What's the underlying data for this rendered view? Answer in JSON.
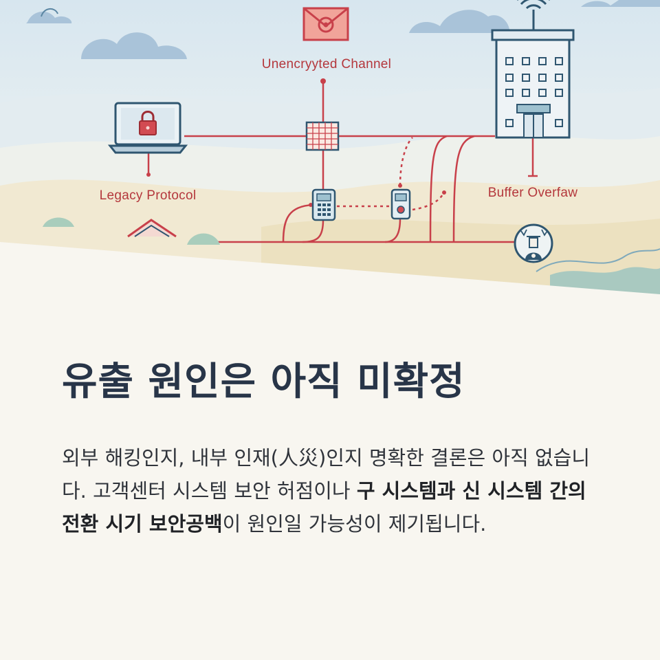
{
  "illustration": {
    "labels": {
      "unencrypted_channel": "Unencryyted Channel",
      "legacy_protocol": "Legacy Protocol",
      "buffer_overflow": "Buffer Overfaw"
    },
    "icons": [
      "envelope-icon",
      "laptop-lock-icon",
      "office-building-icon",
      "wifi-signal-icon",
      "firewall-grid-icon",
      "terminal-device-icon",
      "card-reader-icon",
      "house-roof-icon",
      "hacker-badge-icon"
    ],
    "colors": {
      "sky": "#dde9f1",
      "cloud": "#a9c3d9",
      "line_red": "#c8404a",
      "navy": "#2f5670",
      "sand": "#efe6cf",
      "paper": "#f8f6f0"
    }
  },
  "headline": "유출 원인은 아직 미확정",
  "body": {
    "part1": "외부 해킹인지, 내부 인재(人災)인지 명확한 결론은 아직 없습니다. 고객센터 시스템 보안 허점이나 ",
    "emphasis": "구 시스템과 신 시스템 간의 전환 시기 보안공백",
    "part2": "이 원인일 가능성이 제기됩니다."
  },
  "colors": {
    "headline": "#283548",
    "body": "#30343b",
    "background": "#f8f6f0"
  }
}
